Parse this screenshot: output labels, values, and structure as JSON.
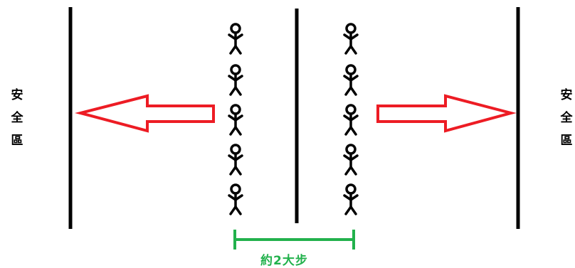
{
  "left_zone": {
    "chars": [
      "安",
      "全",
      "區"
    ]
  },
  "right_zone": {
    "chars": [
      "安",
      "全",
      "區"
    ]
  },
  "distance_label": "約2大步",
  "colors": {
    "line": "#000000",
    "arrow": "#ed1c24",
    "measure": "#22b14c"
  },
  "icons": {
    "person": "stick-figure-icon",
    "arrow": "outline-arrow-icon"
  },
  "columns": [
    {
      "name": "left-column",
      "person_count": 5
    },
    {
      "name": "right-column",
      "person_count": 5
    }
  ]
}
